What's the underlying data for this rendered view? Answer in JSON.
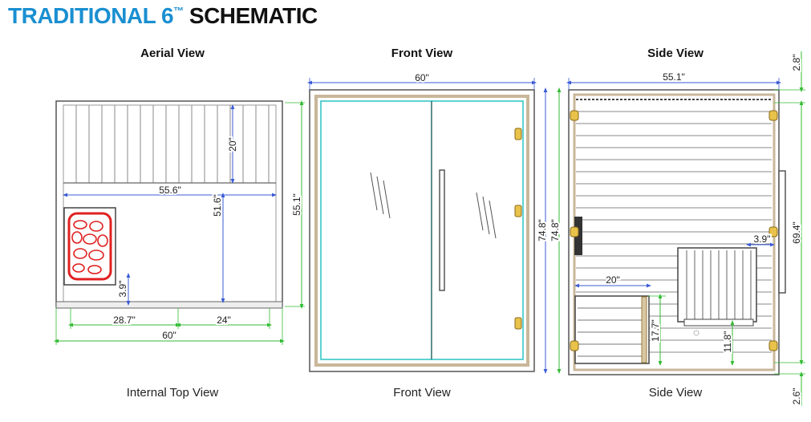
{
  "title": {
    "main": "TRADITIONAL 6",
    "tm": "™",
    "rest": "SCHEMATIC"
  },
  "views": {
    "aerial": {
      "heading": "Aerial View",
      "caption": "Internal Top View",
      "dims": {
        "bench_depth": "20\"",
        "inner_width": "55.6\"",
        "inner_depth": "51.6\"",
        "outer_depth": "55.1\"",
        "heater_gap": "3.9\"",
        "left_seg": "28.7\"",
        "right_seg": "24\"",
        "outer_width": "60\""
      }
    },
    "front": {
      "heading": "Front View",
      "caption": "Front View",
      "dims": {
        "width": "60\"",
        "height_outer": "74.8\"",
        "height_inner": "74.8\""
      }
    },
    "side": {
      "heading": "Side View",
      "caption": "Side View",
      "dims": {
        "depth": "55.1\"",
        "top_gap": "2.8\"",
        "height": "69.4\"",
        "bottom_gap": "2.6\"",
        "bench_offset": "3.9\"",
        "bench_depth": "20\"",
        "lower_bench_height": "17.7\"",
        "upper_bench_height": "11.8\""
      }
    }
  },
  "colors": {
    "title_blue": "#1a8fd1",
    "dim_green": "#33bb33",
    "dim_blue": "#3b5bd6",
    "heater_red": "#e02020",
    "glass_teal": "#29c4c4",
    "frame_wood": "#c9b79a"
  }
}
